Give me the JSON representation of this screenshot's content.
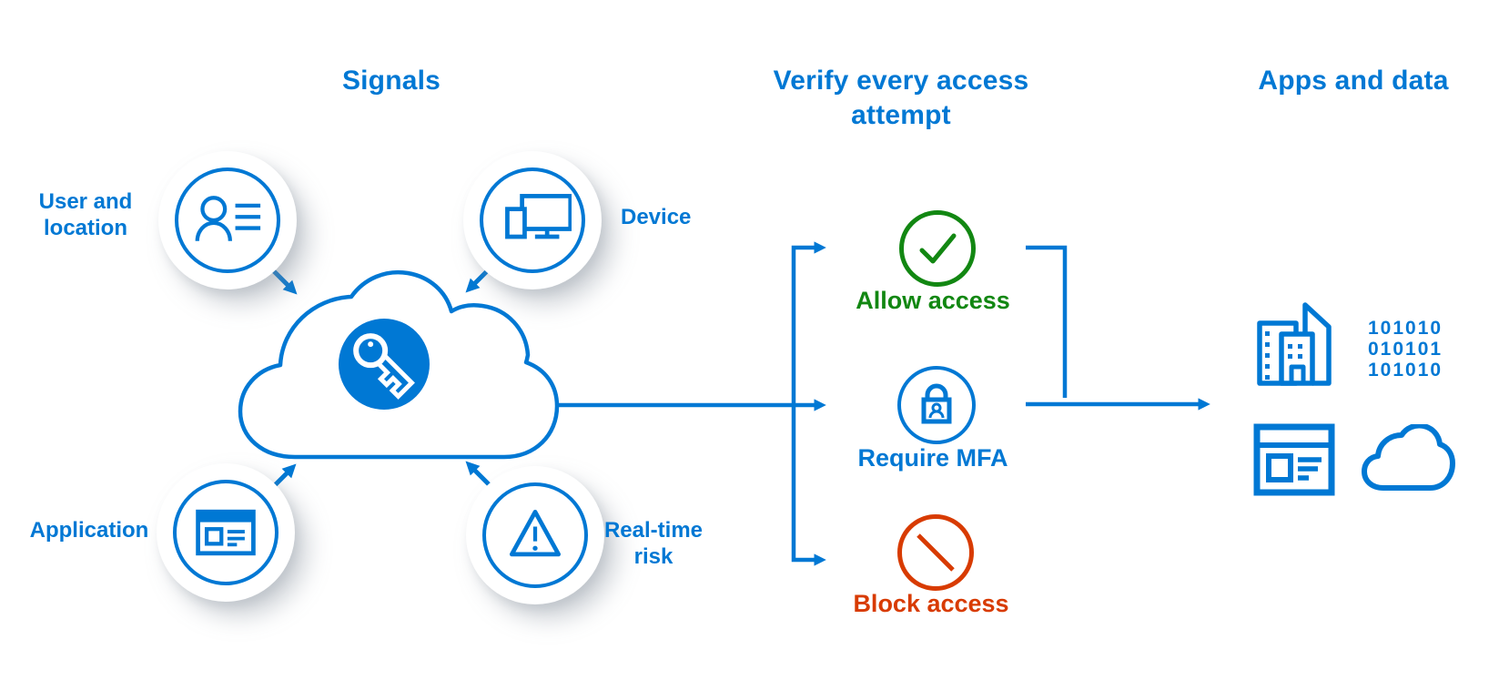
{
  "palette": {
    "blue": "#0078D4",
    "green": "#128712",
    "red": "#D83B01"
  },
  "headings": {
    "signals": "Signals",
    "verify": "Verify every access attempt",
    "apps": "Apps and data"
  },
  "signals": {
    "hub_icon": "key-icon",
    "items": [
      {
        "id": "user-location",
        "label": "User and location",
        "icon": "person-contact-icon"
      },
      {
        "id": "device",
        "label": "Device",
        "icon": "devices-icon"
      },
      {
        "id": "application",
        "label": "Application",
        "icon": "app-window-icon"
      },
      {
        "id": "real-time-risk",
        "label": "Real-time risk",
        "icon": "warning-triangle-icon"
      }
    ]
  },
  "outcomes": [
    {
      "id": "allow",
      "label": "Allow access",
      "icon": "check-circle-icon",
      "color": "#128712"
    },
    {
      "id": "require-mfa",
      "label": "Require MFA",
      "icon": "lock-circle-icon",
      "color": "#0078D4"
    },
    {
      "id": "block",
      "label": "Block access",
      "icon": "blocked-circle-icon",
      "color": "#D83B01"
    }
  ],
  "apps_and_data": {
    "icons": [
      "building-icon",
      "binary-data",
      "browser-window-icon",
      "cloud-icon"
    ],
    "binary_rows": [
      "101010",
      "010101",
      "101010"
    ]
  }
}
